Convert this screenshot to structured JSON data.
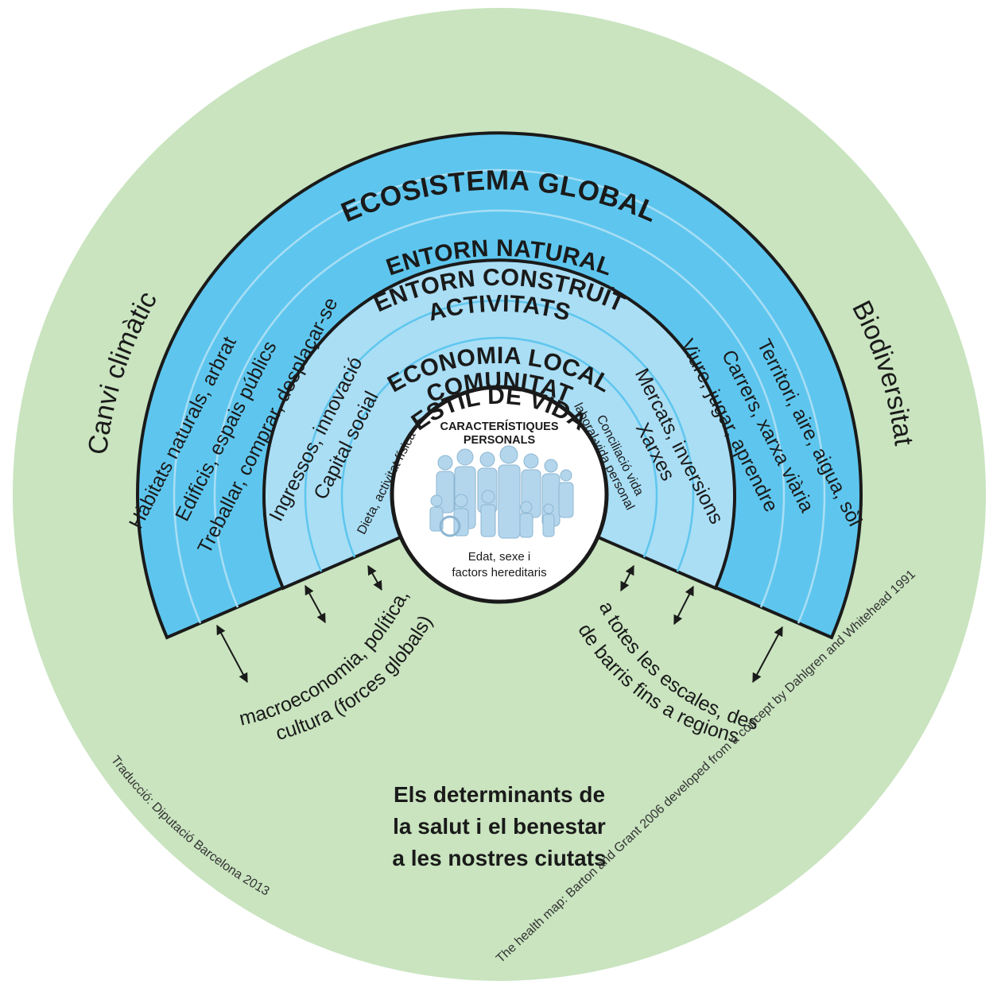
{
  "ecosystem": "ECOSISTEMA GLOBAL",
  "climate": "Canvi climàtic",
  "biodiversity": "Biodiversitat",
  "bands": {
    "natural": "ENTORN NATURAL",
    "built": "ENTORN CONSTRUÏT",
    "activities": "ACTIVITATS",
    "economy": "ECONOMIA LOCAL",
    "community": "COMUNITAT",
    "lifestyle": "ESTIL DE VIDA"
  },
  "left_labels": {
    "habitats": "Hàbitats naturals, arbrat",
    "buildings": "Edificis, espais públics",
    "work": "Treballar, comprar, desplaçar-se",
    "income": "Ingressos, innovació",
    "social": "Capital social",
    "diet": "Dieta, activitat física"
  },
  "right_labels": {
    "territory": "Territori, aire, aigua, sòl",
    "streets": "Carrers, xarxa viària",
    "living": "Viure, jugar, aprendre",
    "markets": "Mercats, inversions",
    "networks": "Xarxes",
    "balance_1": "Conciliació vida",
    "balance_2": "laboral-vida personal"
  },
  "center": {
    "title_1": "CARACTERÍSTIQUES",
    "title_2": "PERSONALS",
    "sub_1": "Edat, sexe i",
    "sub_2": "factors hereditaris",
    "figures_icon": "people-group-icon"
  },
  "scales": {
    "left_1": "macroeconomia, política,",
    "left_2": "cultura (forces globals)",
    "right_1": "a totes les escales, des",
    "right_2": "de barris fins a regions"
  },
  "main_title": {
    "line1": "Els determinants de",
    "line2": "la salut i el benestar",
    "line3": "a les nostres ciutats"
  },
  "credits": {
    "translation": "Traducció: Diputació Barcelona 2013",
    "source": "The health map: Barton and Grant 2006 developed from a concept by Dahlgren and Whitehead 1991"
  },
  "colors": {
    "background_green": "#c9e4bf",
    "outer_blue": "#5ec6ee",
    "inner_blue": "#a9def5",
    "center_white": "#ffffff",
    "figure_blue": "#b3d6ec",
    "outline": "#1a1a1a"
  }
}
